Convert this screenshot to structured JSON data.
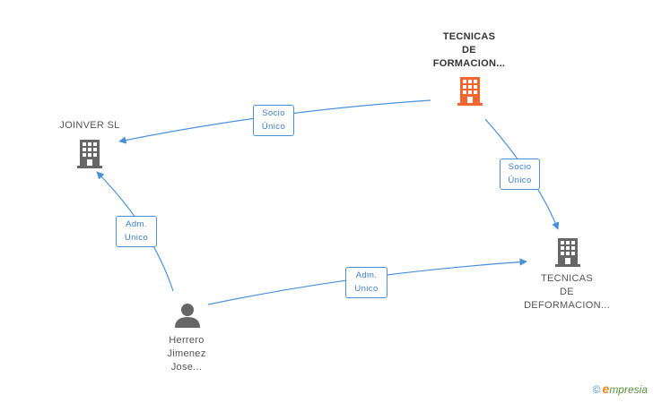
{
  "nodes": {
    "tecnicas_formacion": {
      "label": "TECNICAS\nDE\nFORMACION...",
      "icon": "building-icon",
      "color": "#f4662f"
    },
    "joinver": {
      "label": "JOINVER SL",
      "icon": "building-icon",
      "color": "#666666"
    },
    "tecnicas_deformacion": {
      "label": "TECNICAS\nDE\nDEFORMACION...",
      "icon": "building-icon",
      "color": "#666666"
    },
    "herrero": {
      "label": "Herrero\nJimenez\nJose...",
      "icon": "person-icon",
      "color": "#666666"
    }
  },
  "edges": {
    "formacion_to_joinver": {
      "label": "Socio\nÚnico"
    },
    "formacion_to_deformacion": {
      "label": "Socio\nÚnico"
    },
    "herrero_to_joinver": {
      "label": "Adm.\nUnico"
    },
    "herrero_to_deformacion": {
      "label": "Adm.\nUnico"
    }
  },
  "colors": {
    "edge": "#4a8fd8"
  },
  "brand": {
    "copyright": "©",
    "initial": "e",
    "name": "mpresia"
  }
}
